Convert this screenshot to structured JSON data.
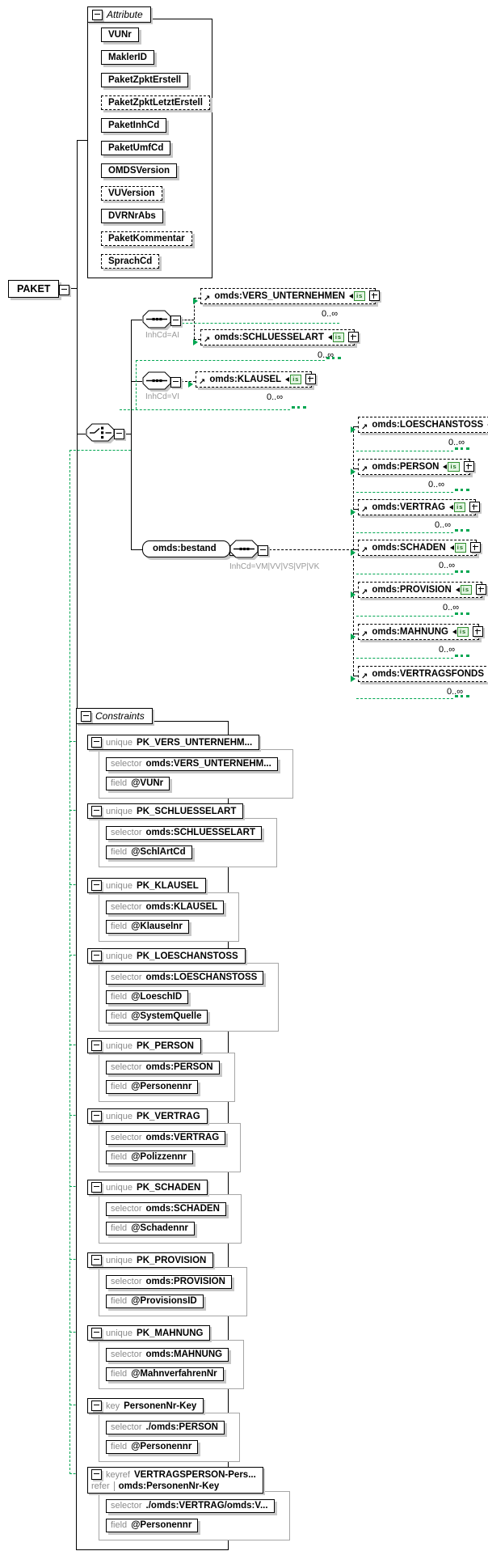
{
  "root": {
    "name": "PAKET"
  },
  "badges": {
    "is": "is"
  },
  "attributes_panel": {
    "title": "Attribute",
    "items": [
      {
        "name": "VUNr",
        "optional": false
      },
      {
        "name": "MaklerID",
        "optional": false
      },
      {
        "name": "PaketZpktErstell",
        "optional": false
      },
      {
        "name": "PaketZpktLetztErstell",
        "optional": true
      },
      {
        "name": "PaketInhCd",
        "optional": false
      },
      {
        "name": "PaketUmfCd",
        "optional": false
      },
      {
        "name": "OMDSVersion",
        "optional": false
      },
      {
        "name": "VUVersion",
        "optional": true
      },
      {
        "name": "DVRNrAbs",
        "optional": false
      },
      {
        "name": "PaketKommentar",
        "optional": true
      },
      {
        "name": "SprachCd",
        "optional": true
      }
    ]
  },
  "model": {
    "sequences": [
      {
        "condition": "InhCd=AI"
      },
      {
        "condition": "InhCd=VI"
      },
      {
        "condition": "InhCd=VM|VV|VS|VP|VK"
      }
    ],
    "bestand": {
      "name": "omds:bestand"
    },
    "elements": [
      {
        "name": "omds:VERS_UNTERNEHMEN",
        "occurs": "0..∞"
      },
      {
        "name": "omds:SCHLUESSELART",
        "occurs": "0..∞"
      },
      {
        "name": "omds:KLAUSEL",
        "occurs": "0..∞"
      },
      {
        "name": "omds:LOESCHANSTOSS",
        "occurs": "0..∞"
      },
      {
        "name": "omds:PERSON",
        "occurs": "0..∞"
      },
      {
        "name": "omds:VERTRAG",
        "occurs": "0..∞"
      },
      {
        "name": "omds:SCHADEN",
        "occurs": "0..∞"
      },
      {
        "name": "omds:PROVISION",
        "occurs": "0..∞"
      },
      {
        "name": "omds:MAHNUNG",
        "occurs": "0..∞"
      },
      {
        "name": "omds:VERTRAGSFONDS",
        "occurs": "0..∞"
      }
    ]
  },
  "constraints_panel": {
    "title": "Constraints",
    "labels": {
      "selector": "selector",
      "field": "field",
      "refer": "refer"
    },
    "items": [
      {
        "kind": "unique",
        "name": "PK_VERS_UNTERNEHM...",
        "selector": "omds:VERS_UNTERNEHM...",
        "fields": [
          "@VUNr"
        ]
      },
      {
        "kind": "unique",
        "name": "PK_SCHLUESSELART",
        "selector": "omds:SCHLUESSELART",
        "fields": [
          "@SchlArtCd"
        ]
      },
      {
        "kind": "unique",
        "name": "PK_KLAUSEL",
        "selector": "omds:KLAUSEL",
        "fields": [
          "@Klauselnr"
        ]
      },
      {
        "kind": "unique",
        "name": "PK_LOESCHANSTOSS",
        "selector": "omds:LOESCHANSTOSS",
        "fields": [
          "@LoeschID",
          "@SystemQuelle"
        ]
      },
      {
        "kind": "unique",
        "name": "PK_PERSON",
        "selector": "omds:PERSON",
        "fields": [
          "@Personennr"
        ]
      },
      {
        "kind": "unique",
        "name": "PK_VERTRAG",
        "selector": "omds:VERTRAG",
        "fields": [
          "@Polizzennr"
        ]
      },
      {
        "kind": "unique",
        "name": "PK_SCHADEN",
        "selector": "omds:SCHADEN",
        "fields": [
          "@Schadennr"
        ]
      },
      {
        "kind": "unique",
        "name": "PK_PROVISION",
        "selector": "omds:PROVISION",
        "fields": [
          "@ProvisionsID"
        ]
      },
      {
        "kind": "unique",
        "name": "PK_MAHNUNG",
        "selector": "omds:MAHNUNG",
        "fields": [
          "@MahnverfahrenNr"
        ]
      },
      {
        "kind": "key",
        "name": "PersonenNr-Key",
        "selector": "./omds:PERSON",
        "fields": [
          "@Personennr"
        ]
      },
      {
        "kind": "keyref",
        "name": "VERTRAGSPERSON-Pers...",
        "refer": "omds:PersonenNr-Key",
        "selector": "./omds:VERTRAG/omds:V...",
        "fields": [
          "@Personennr"
        ]
      }
    ]
  }
}
